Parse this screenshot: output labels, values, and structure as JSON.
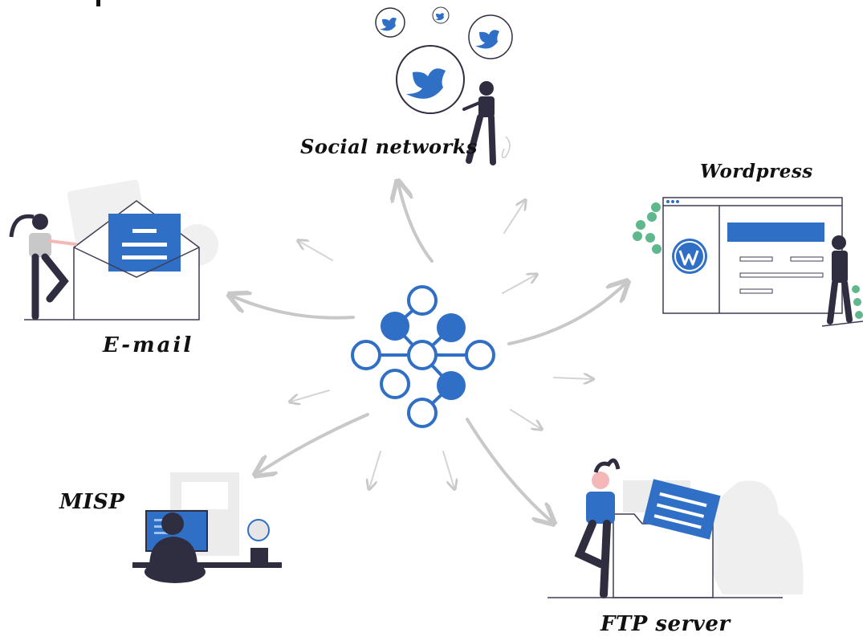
{
  "labels": {
    "social": "Social networks",
    "wordpress": "Wordpress",
    "email": "E-mail",
    "misp": "MISP",
    "ftp": "FTP server"
  },
  "colors": {
    "accent": "#2f6fc6",
    "ink": "#2f2e41",
    "arrow": "#c8c8c8",
    "leaf": "#5fb88c",
    "paper": "#f2f2f2"
  },
  "icons": {
    "center": "graph-network-icon",
    "social": "twitter-bird-icon",
    "wordpress": "wordpress-logo-icon",
    "email": "envelope-icon",
    "misp": "computer-desk-icon",
    "ftp": "folder-icon"
  }
}
